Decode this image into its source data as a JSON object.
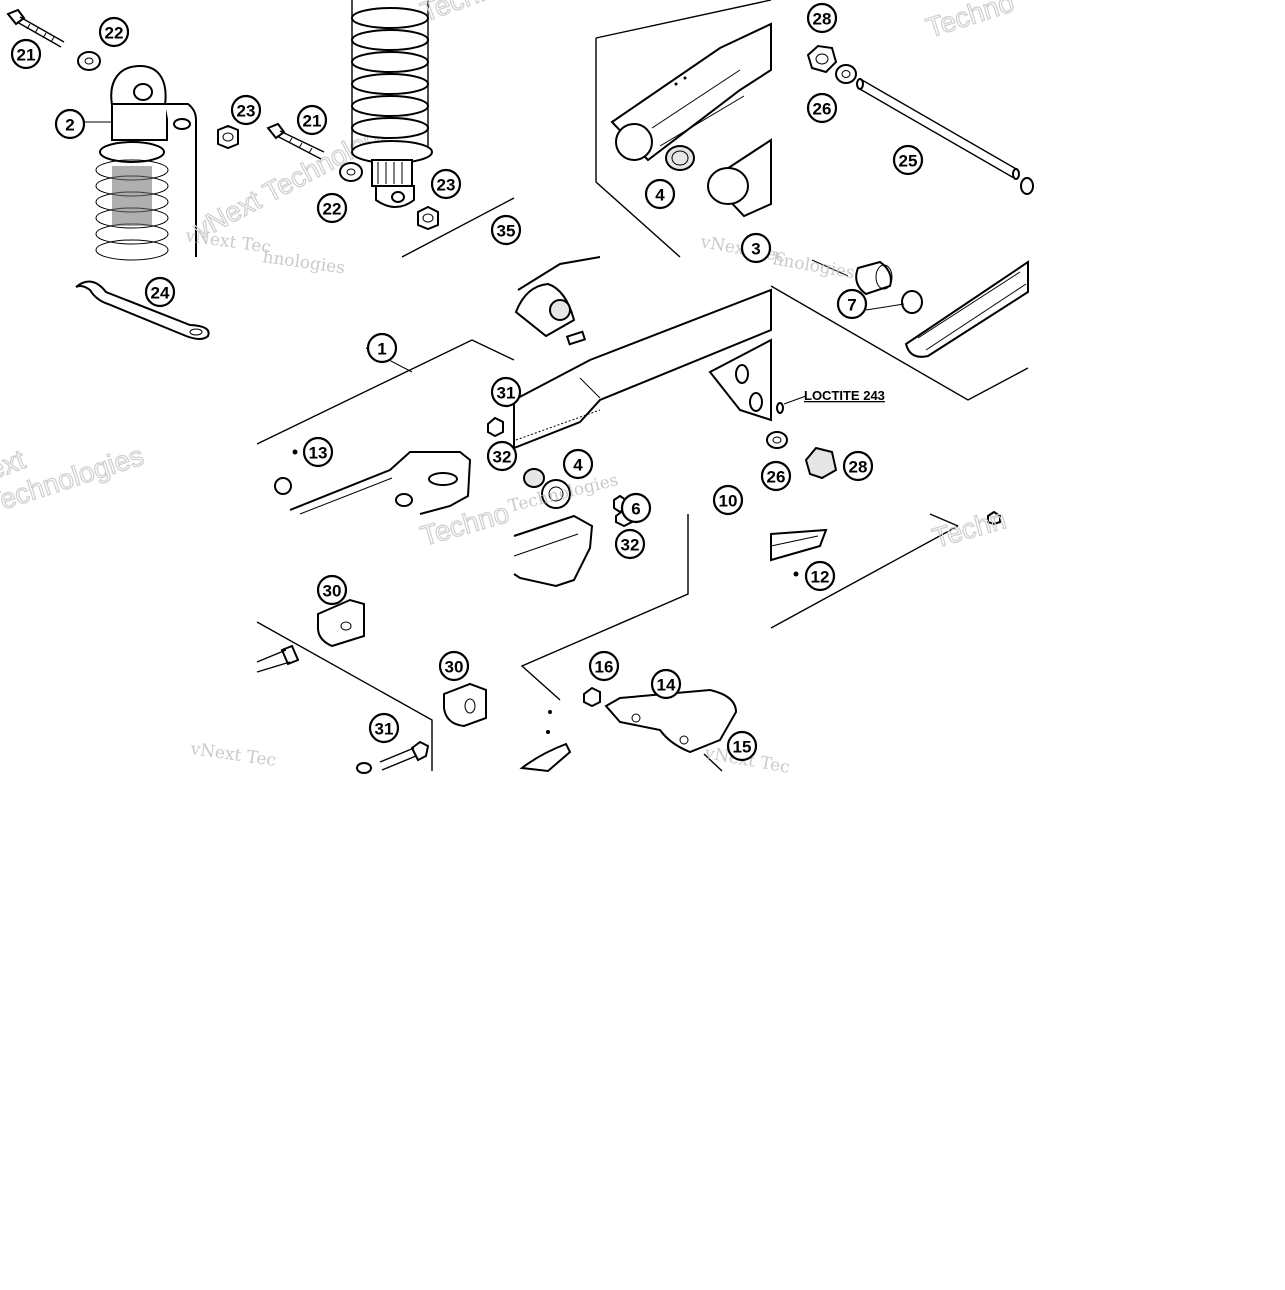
{
  "diagram": {
    "callouts": [
      {
        "id": "c-21a",
        "label": "21"
      },
      {
        "id": "c-22a",
        "label": "22"
      },
      {
        "id": "c-2",
        "label": "2"
      },
      {
        "id": "c-23a",
        "label": "23"
      },
      {
        "id": "c-21b",
        "label": "21"
      },
      {
        "id": "c-22b",
        "label": "22"
      },
      {
        "id": "c-23b",
        "label": "23"
      },
      {
        "id": "c-35",
        "label": "35"
      },
      {
        "id": "c-4a",
        "label": "4"
      },
      {
        "id": "c-3",
        "label": "3"
      },
      {
        "id": "c-28a",
        "label": "28"
      },
      {
        "id": "c-26a",
        "label": "26"
      },
      {
        "id": "c-25",
        "label": "25"
      },
      {
        "id": "c-24",
        "label": "24"
      },
      {
        "id": "c-1",
        "label": "1"
      },
      {
        "id": "c-13",
        "label": "13"
      },
      {
        "id": "c-31a",
        "label": "31"
      },
      {
        "id": "c-32a",
        "label": "32"
      },
      {
        "id": "c-4b",
        "label": "4"
      },
      {
        "id": "c-6",
        "label": "6"
      },
      {
        "id": "c-10",
        "label": "10"
      },
      {
        "id": "c-7",
        "label": "7"
      },
      {
        "id": "c-26b",
        "label": "26"
      },
      {
        "id": "c-28b",
        "label": "28"
      },
      {
        "id": "c-30a",
        "label": "30"
      },
      {
        "id": "c-30b",
        "label": "30"
      },
      {
        "id": "c-31b",
        "label": "31"
      },
      {
        "id": "c-32b",
        "label": "32"
      },
      {
        "id": "c-16",
        "label": "16"
      },
      {
        "id": "c-14",
        "label": "14"
      },
      {
        "id": "c-15",
        "label": "15"
      },
      {
        "id": "c-12b",
        "label": "12"
      }
    ],
    "loctite_label": "LOCTITE 243",
    "watermarks": {
      "vnext": "vNext Technologies",
      "vnext_short": "vNext Tec",
      "techno": "Techno",
      "technologies": "Technologies",
      "techn": "Techn",
      "hnologies": "hnologies",
      "ext": "ext"
    }
  }
}
